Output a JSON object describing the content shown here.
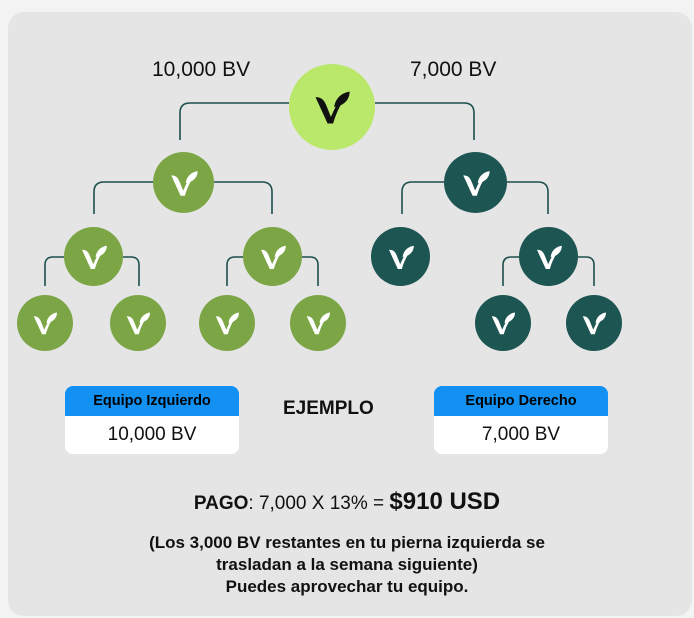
{
  "left_bv_label": "10,000 BV",
  "right_bv_label": "7,000 BV",
  "left_team": {
    "title": "Equipo Izquierdo",
    "value": "10,000 BV"
  },
  "right_team": {
    "title": "Equipo Derecho",
    "value": "7,000 BV"
  },
  "center_label": "EJEMPLO",
  "payment": {
    "label": "PAGO",
    "formula": ": 7,000 X 13% = ",
    "amount": "$910 USD"
  },
  "note_lines": [
    "(Los 3,000 BV restantes en tu pierna izquierda se",
    "trasladan a la semana siguiente)",
    "Puedes aprovechar tu equipo."
  ],
  "colors": {
    "root_node": "#b9e86a",
    "left_team_nodes": "#7ca646",
    "right_team_nodes": "#1d5552",
    "team_header": "#1291f3",
    "connector": "#1d4f4d"
  },
  "node_icon": "v-leaf-logo-icon"
}
